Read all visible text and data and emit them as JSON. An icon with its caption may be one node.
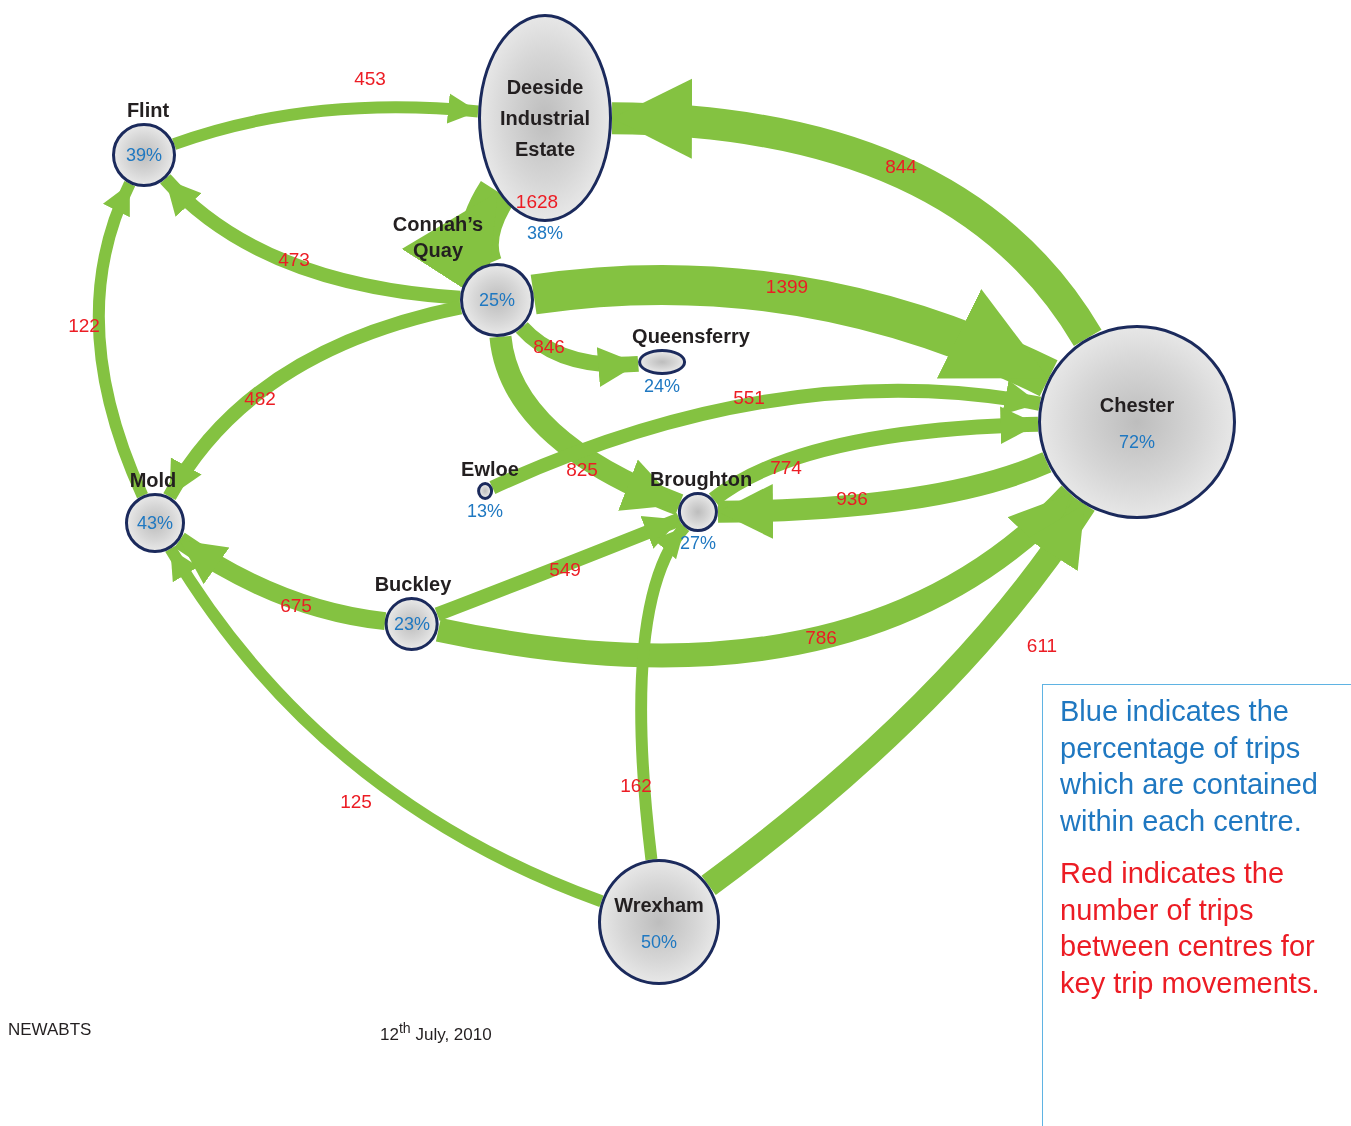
{
  "diagram": {
    "nodes": [
      {
        "text": [
          "Flint",
          "39%"
        ]
      },
      {
        "text": [
          "Deeside Industrial Estate",
          "38%"
        ]
      },
      {
        "text": [
          "Connah’s Quay",
          "25%"
        ]
      },
      {
        "text": [
          "Queensferry",
          "24%"
        ]
      },
      {
        "text": [
          "Ewloe",
          "13%"
        ]
      },
      {
        "text": [
          "Broughton",
          "27%"
        ]
      },
      {
        "text": [
          "Mold",
          "43%"
        ]
      },
      {
        "text": [
          "Buckley",
          "23%"
        ]
      },
      {
        "text": [
          "Chester",
          "72%"
        ]
      },
      {
        "text": [
          "Wrexham",
          "50%"
        ]
      }
    ],
    "edges": [
      {
        "from": 0,
        "to": 1,
        "arrow": "to",
        "label": "453"
      },
      {
        "from": 2,
        "to": 0,
        "arrow": "to",
        "label": "473"
      },
      {
        "from": 6,
        "to": 0,
        "arrow": "to",
        "label": "122"
      },
      {
        "from": 2,
        "to": 6,
        "arrow": "to",
        "label": "482"
      },
      {
        "from": 2,
        "to": 1,
        "arrow": "to",
        "label": "1628",
        "style": "thick"
      },
      {
        "from": 2,
        "to": 8,
        "arrow": "to",
        "label": "1399",
        "style": "thick"
      },
      {
        "from": 8,
        "to": 1,
        "arrow": "to",
        "label": "844",
        "style": "thick"
      },
      {
        "from": 2,
        "to": 3,
        "arrow": "to",
        "label": "846"
      },
      {
        "from": 2,
        "to": 5,
        "arrow": "to",
        "label": "825"
      },
      {
        "from": 4,
        "to": 8,
        "arrow": "to",
        "label": "551"
      },
      {
        "from": 5,
        "to": 8,
        "arrow": "to",
        "label": "774"
      },
      {
        "from": 8,
        "to": 5,
        "arrow": "to",
        "label": "936"
      },
      {
        "from": 7,
        "to": 6,
        "arrow": "to",
        "label": "675"
      },
      {
        "from": 7,
        "to": 5,
        "arrow": "to",
        "label": "549"
      },
      {
        "from": 7,
        "to": 8,
        "arrow": "to",
        "label": "786"
      },
      {
        "from": 9,
        "to": 6,
        "arrow": "to",
        "label": "125"
      },
      {
        "from": 9,
        "to": 5,
        "arrow": "to",
        "label": "162"
      },
      {
        "from": 9,
        "to": 8,
        "arrow": "to",
        "label": "611"
      }
    ],
    "labels": [
      "Blue indicates the percentage of trips which are contained within each centre.",
      "Red indicates the number of trips between centres for key trip movements.",
      "NEWABTS",
      "12$^{th}$ July, 2010"
    ]
  }
}
